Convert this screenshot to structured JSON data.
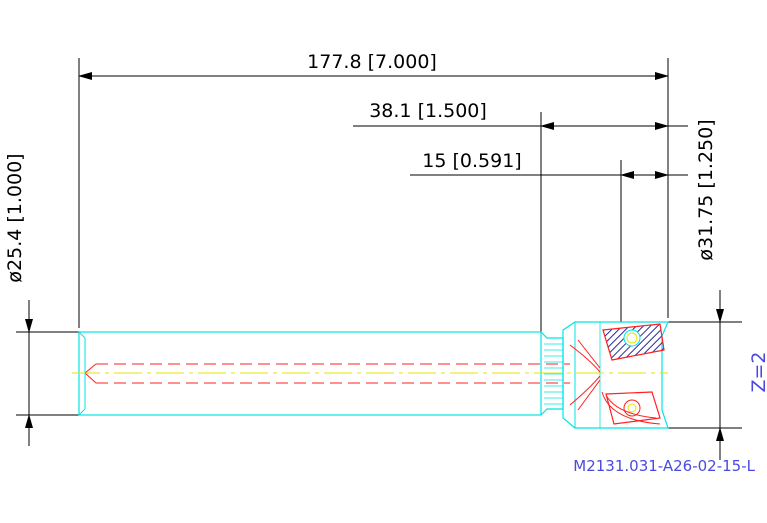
{
  "dimensions": {
    "overall_length": "177.8 [7.000]",
    "head_length": "38.1 [1.500]",
    "insert_offset": "15 [0.591]",
    "shank_diameter": "ø25.4 [1.000]",
    "cutting_diameter": "ø31.75 [1.250]"
  },
  "flutes_label": "Z=2",
  "part_number": "M2131.031-A26-02-15-L",
  "colors": {
    "dimension": "#000000",
    "outline": "#00e5e5",
    "hidden": "#ff2020",
    "center": "#e5e500",
    "label": "#4a4ae0",
    "hatch": "#2a2aa0"
  }
}
